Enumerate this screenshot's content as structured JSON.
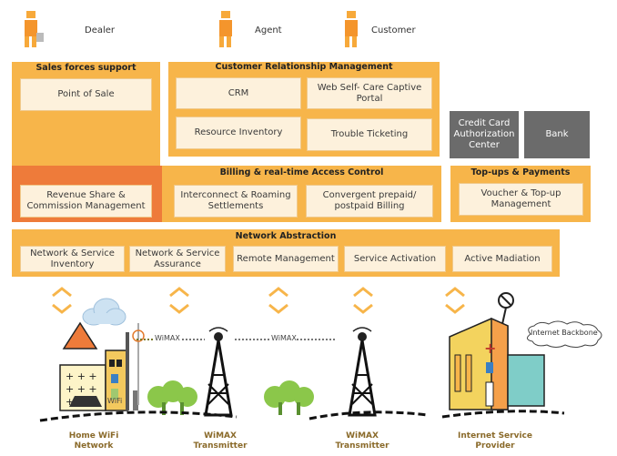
{
  "roles": [
    {
      "label": "Dealer"
    },
    {
      "label": "Agent"
    },
    {
      "label": "Customer"
    }
  ],
  "sales": {
    "title": "Sales forces support",
    "pos": "Point of Sale"
  },
  "crm": {
    "title": "Customer Relationship Management",
    "items": [
      "CRM",
      "Web Self- Care Captive Portal",
      "Resource Inventory",
      "Trouble Ticketing"
    ]
  },
  "external": {
    "credit_card": "Credit Card Authorization Center",
    "bank": "Bank"
  },
  "revenue": {
    "label": "Revenue Share & Commission Management"
  },
  "billing": {
    "title": "Billing & real-time Access Control",
    "items": [
      "Interconnect & Roaming Settlements",
      "Convergent prepaid/ postpaid Billing"
    ]
  },
  "topups": {
    "title": "Top-ups & Payments",
    "item": "Voucher & Top-up Management"
  },
  "network": {
    "title": "Network Abstraction",
    "items": [
      "Network & Service Inventory",
      "Network & Service Assurance",
      "Remote Management",
      "Service Activation",
      "Active Madiation"
    ]
  },
  "links": {
    "wimax1": "WiMAX",
    "wimax2": "WiMAX",
    "wifi": "WiFi"
  },
  "backbone": "Internet Backbone",
  "captions": {
    "home": "Home WiFi Network",
    "tx1": "WiMAX Transmitter",
    "tx2": "WiMAX Transmitter",
    "isp": "Internet Service Provider"
  },
  "colors": {
    "panel": "#f7b54a",
    "panel_dark": "#ee7b3a",
    "card": "#fdf1dc",
    "gray": "#6b6b6b"
  }
}
